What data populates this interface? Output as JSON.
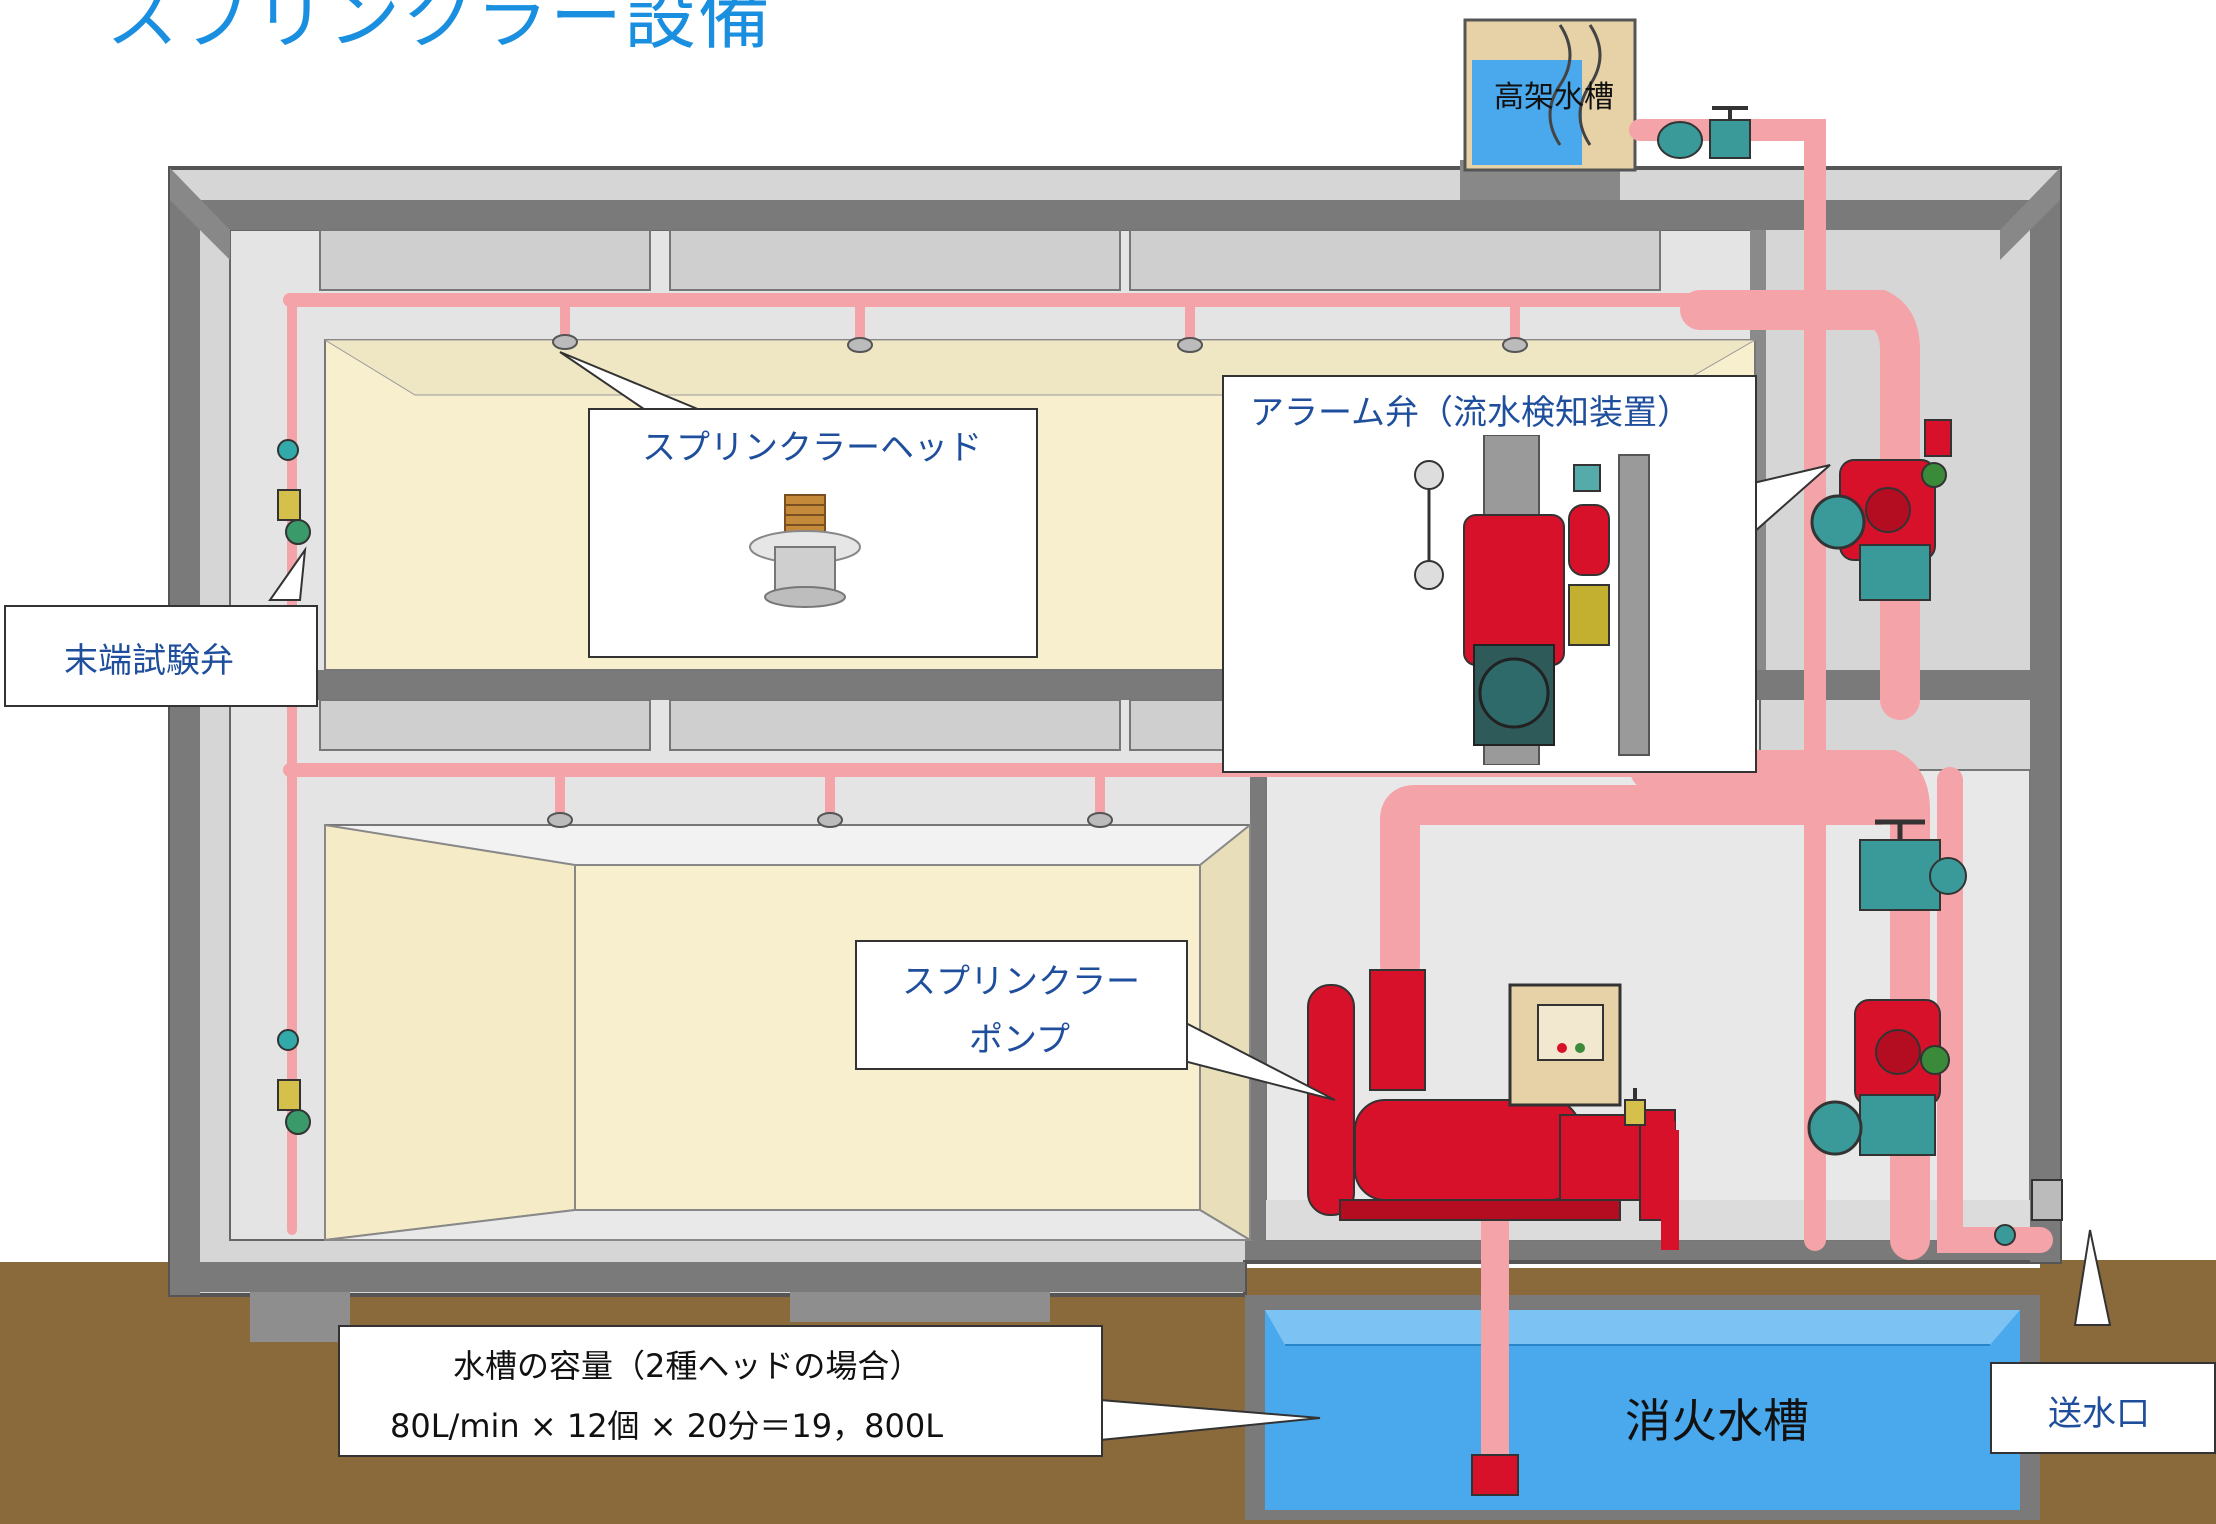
{
  "title": "スプリンクラー設備",
  "labels": {
    "elevated_tank": "高架水槽",
    "sprinkler_head": "スプリンクラーヘッド",
    "alarm_valve": "アラーム弁（流水検知装置）",
    "end_test_valve": "末端試験弁",
    "pump_line1": "スプリンクラー",
    "pump_line2": "ポンプ",
    "capacity_line1": "水槽の容量（2種ヘッドの場合）",
    "capacity_line2": "80L/min × 12個 × 20分＝19，800L",
    "fire_tank": "消火水槽",
    "inlet": "送水口"
  },
  "colors": {
    "title": "#1a8fe0",
    "label_text": "#1f4f9c",
    "pipe": "#f4a3a8",
    "equipment_red": "#d8112b",
    "water": "#4aa8ec",
    "ground": "#8a6a3a",
    "wall": "#666666",
    "room": "#f7efce"
  }
}
